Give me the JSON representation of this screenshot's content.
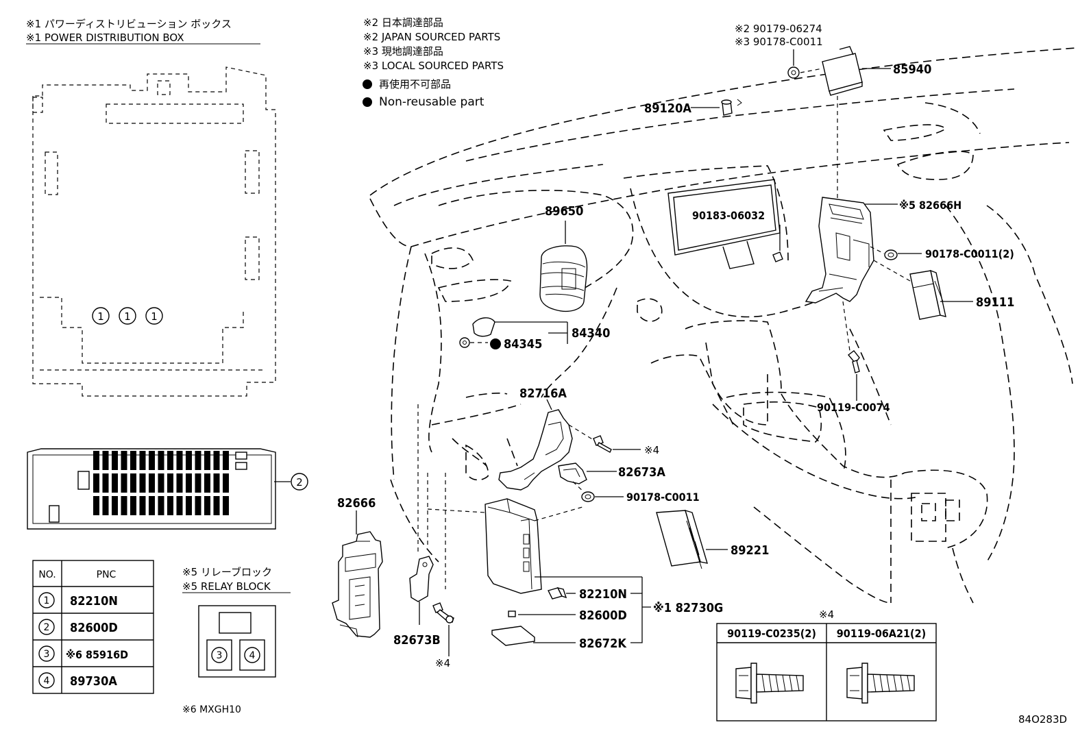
{
  "legend": {
    "pdb_jp": "※1  パワーディストリビューション ボックス",
    "pdb_en": "※1  POWER DISTRIBUTION BOX",
    "note2_jp": "※2 日本調達部品",
    "note2_en": "※2 JAPAN SOURCED PARTS",
    "note3_jp": "※3 現地調達部品",
    "note3_en": "※3 LOCAL SOURCED PARTS",
    "nonreuse_jp": "再使用不可部品",
    "nonreuse_en": "Non-reusable part"
  },
  "pdb_callouts": {
    "c1": "1",
    "c2": "2"
  },
  "pnc_table": {
    "headers": [
      "NO.",
      "PNC"
    ],
    "rows": [
      {
        "no": "1",
        "pnc": "82210N"
      },
      {
        "no": "2",
        "pnc": "82600D"
      },
      {
        "no": "3",
        "pnc": "※6 85916D"
      },
      {
        "no": "4",
        "pnc": "89730A"
      }
    ]
  },
  "relay_block": {
    "jp": "※5 リレーブロック",
    "en": "※5 RELAY BLOCK",
    "c3": "3",
    "c4": "4"
  },
  "mxgh": "※6 MXGH10",
  "part_labels": {
    "p_85940": "85940",
    "p_901790_2": "※2 90179-06274",
    "p_901780_3": "※3 90178-C0011",
    "p_89120A": "89120A",
    "p_89650": "89650",
    "p_90183": "90183-06032",
    "p_82666H": "※5 82666H",
    "p_90178_2": "90178-C0011(2)",
    "p_89111": "89111",
    "p_84340": "84340",
    "p_84345": "84345",
    "p_90119_C0074": "90119-C0074",
    "p_82716A": "82716A",
    "p_x4a": "※4",
    "p_82673A": "82673A",
    "p_90178_C0011": "90178-C0011",
    "p_82666": "82666",
    "p_89221": "89221",
    "p_82210N": "82210N",
    "p_82600D": "82600D",
    "p_82730G": "※1 82730G",
    "p_82672K": "82672K",
    "p_82673B": "82673B",
    "p_x4b": "※4"
  },
  "bolt_table": {
    "title": "※4",
    "col1": "90119-C0235(2)",
    "col2": "90119-06A21(2)"
  },
  "diagram_id": "84O283D"
}
